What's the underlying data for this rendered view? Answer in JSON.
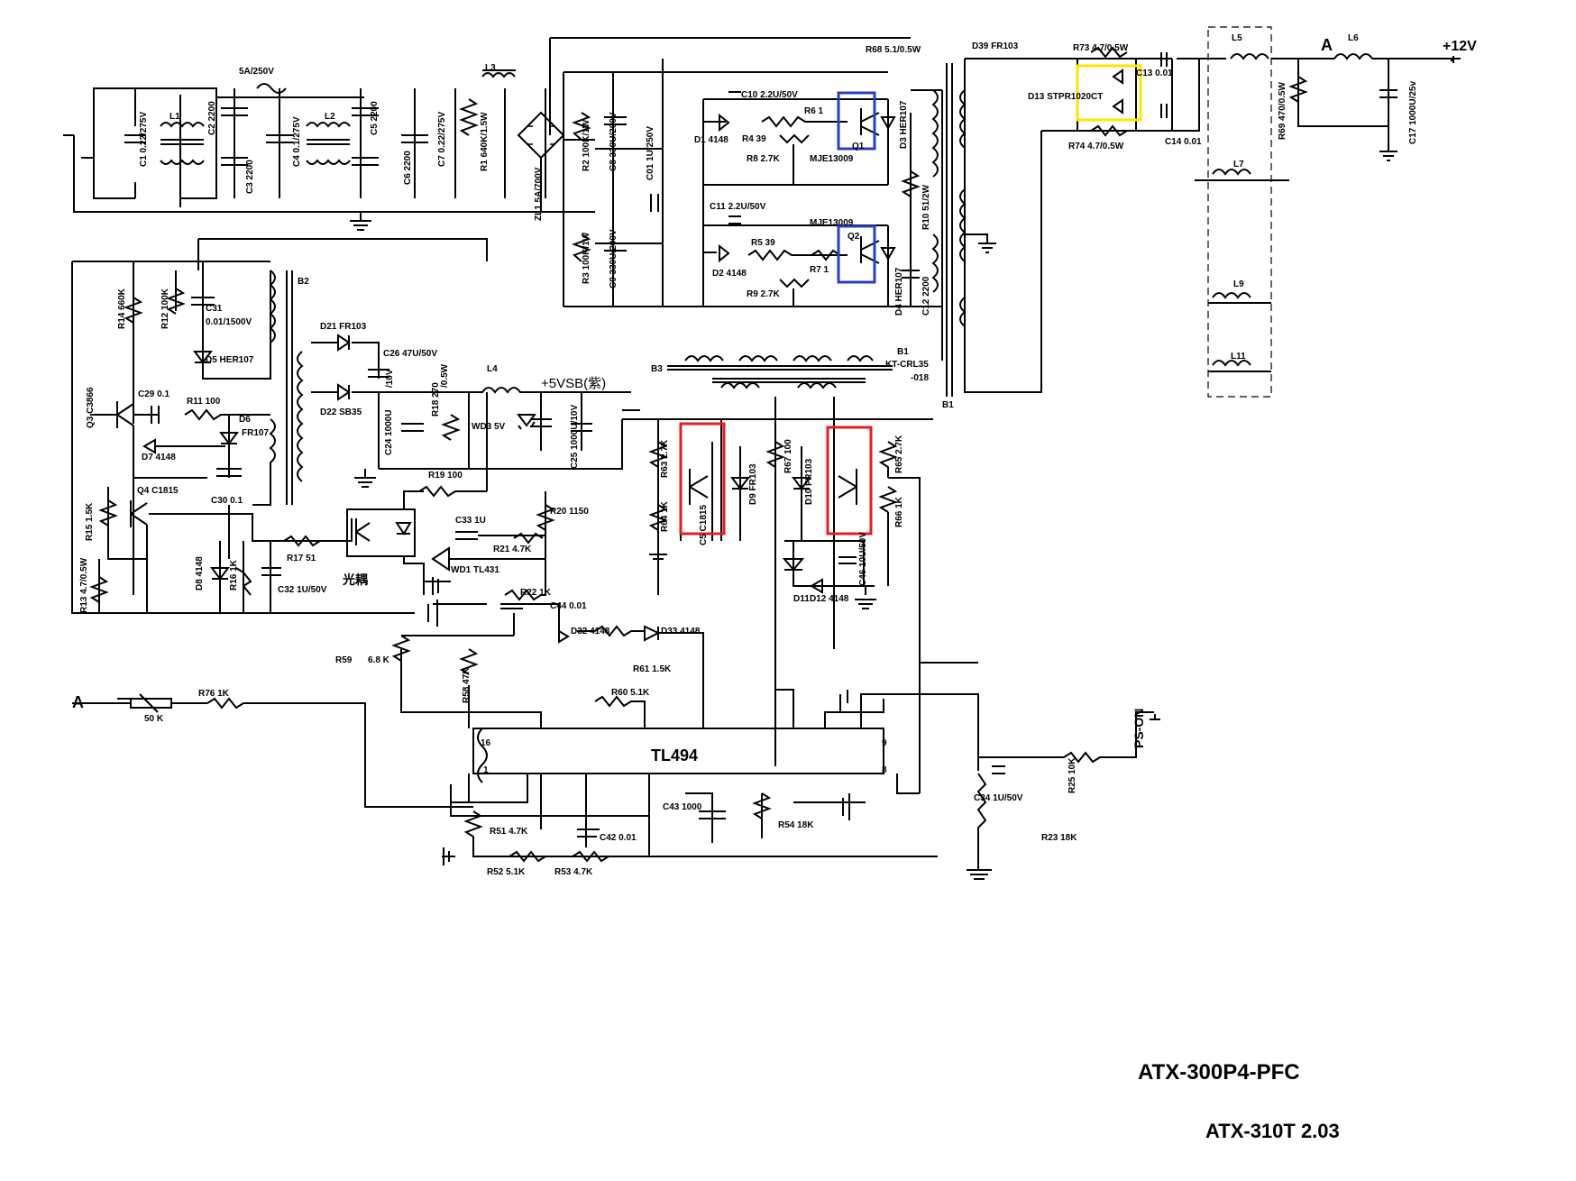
{
  "highlight_colors": {
    "red": "#e02020",
    "blue": "#2a3fbf",
    "yellow": "#ffe600"
  },
  "title": {
    "model": "ATX-300P4-PFC",
    "version": "ATX-310T 2.03"
  },
  "rails": {
    "plus12v": "+12V",
    "plus5vsb": "+5VSB(紫)",
    "ps_on": "PS-ON",
    "node_a1": "A",
    "node_a2": "A",
    "opto": "光耦"
  },
  "ic": {
    "tl494": "TL494",
    "pin16": "16",
    "pin1": "1",
    "pin9": "9",
    "pin8": "8"
  },
  "labels": {
    "c1": "C1 0.22/275V",
    "l1": "L1",
    "c2": "C2 2200",
    "c3": "C3 2200",
    "fuse": "5A/250V",
    "c4": "C4 0.1/275V",
    "l2": "L2",
    "c5": "C5 2200",
    "c6": "C6 2200",
    "c7": "C7 0.22/275V",
    "r1": "R1 640K/1.5W",
    "l3": "L3",
    "zl1": "ZL1 5A/700V",
    "r2": "R2 100K/1W",
    "c8": "C8 330U/200V",
    "c01": "C01 1U/250V",
    "r3": "R3 100K/1W",
    "c9": "C9 330U/200V",
    "c10": "C10 2.2U/50V",
    "r6": "R6 1",
    "d1": "D1 4148",
    "r4": "R4 39",
    "r8": "R8 2.7K",
    "q1": "Q1",
    "q1type": "MJE13009",
    "d3": "D3 HER107",
    "c11": "C11 2.2U/50V",
    "q2type": "MJE13009",
    "r5": "R5 39",
    "d2": "D2 4148",
    "r7": "R7 1",
    "r9": "R9 2.7K",
    "q2": "Q2",
    "d4": "D4 HER107",
    "r10": "R10 51/2W",
    "c12": "C12 2200",
    "r68": "R68 5.1/0.5W",
    "d39": "D39 FR103",
    "r73": "R73 4.7/0.5W",
    "c13": "C13 0.01",
    "d13": "D13 STPR1020CT",
    "r74": "R74 4.7/0.5W",
    "c14": "C14 0.01",
    "l5": "L5",
    "l6": "L6",
    "r69": "R69 470/0.5W",
    "c17": "C17 1000U/25v",
    "l7": "L7",
    "l9": "L9",
    "l11": "L11",
    "b1": "B1",
    "b1type": "KT-CRL35",
    "b1sub": "-018",
    "b1b": "B1",
    "b2": "B2",
    "b3": "B3",
    "r14": "R14 660K",
    "r12": "R12 100K",
    "c31": "C31",
    "c31v": "0.01/1500V",
    "d5": "D5 HER107",
    "q3": "Q3 C3866",
    "c29": "C29 0.1",
    "r11": "R11 100",
    "d6": "D6",
    "d6t": "FR107",
    "d7": "D7 4148",
    "q4": "Q4 C1815",
    "c30": "C30 0.1",
    "r15": "R15 1.5K",
    "r13": "R13 4.7/0.5W",
    "d8": "D8 4148",
    "r16": "R16 1K",
    "c32": "C32 1U/50V",
    "r17": "R17 51",
    "d21": "D21 FR103",
    "c26": "C26 47U/50V",
    "c26v": "/10V",
    "d22": "D22 SB35",
    "c24": "C24 1000U",
    "r18": "R18 270",
    "r18p": "/0.5W",
    "l4": "L4",
    "wd3": "WD3 5V",
    "c25": "C25 1000U/10V",
    "r19": "R19 100",
    "r20": "R20 1150",
    "c33": "C33 1U",
    "r21": "R21 4.7K",
    "wd1": "WD1 TL431",
    "r22": "R22 1K",
    "r63": "R63 2.7K",
    "r64": "R64 1K",
    "c5b": "C5 C1815",
    "d9": "D9 FR103",
    "r67": "R67 100",
    "d10": "D10 FR103",
    "r65": "R65 2.7K",
    "r66": "R66 1K",
    "c46": "C46 10U/50V",
    "d11": "D11",
    "d12": "D12 4148",
    "c44": "C44 0.01",
    "d32": "D32 4148",
    "d33": "D33 4148",
    "r61": "R61 1.5K",
    "r59": "R59",
    "r59v": "6.8 K",
    "r58": "R58 47K",
    "r60": "R60 5.1K",
    "r76": "R76 1K",
    "pot": "50 K",
    "c43": "C43 1000",
    "r54": "R54 18K",
    "r51": "R51 4.7K",
    "c42": "C42 0.01",
    "r52": "R52 5.1K",
    "r53": "R53 4.7K",
    "c34": "C34 1U/50V",
    "r25": "R25 10K",
    "r23": "R23 18K"
  }
}
